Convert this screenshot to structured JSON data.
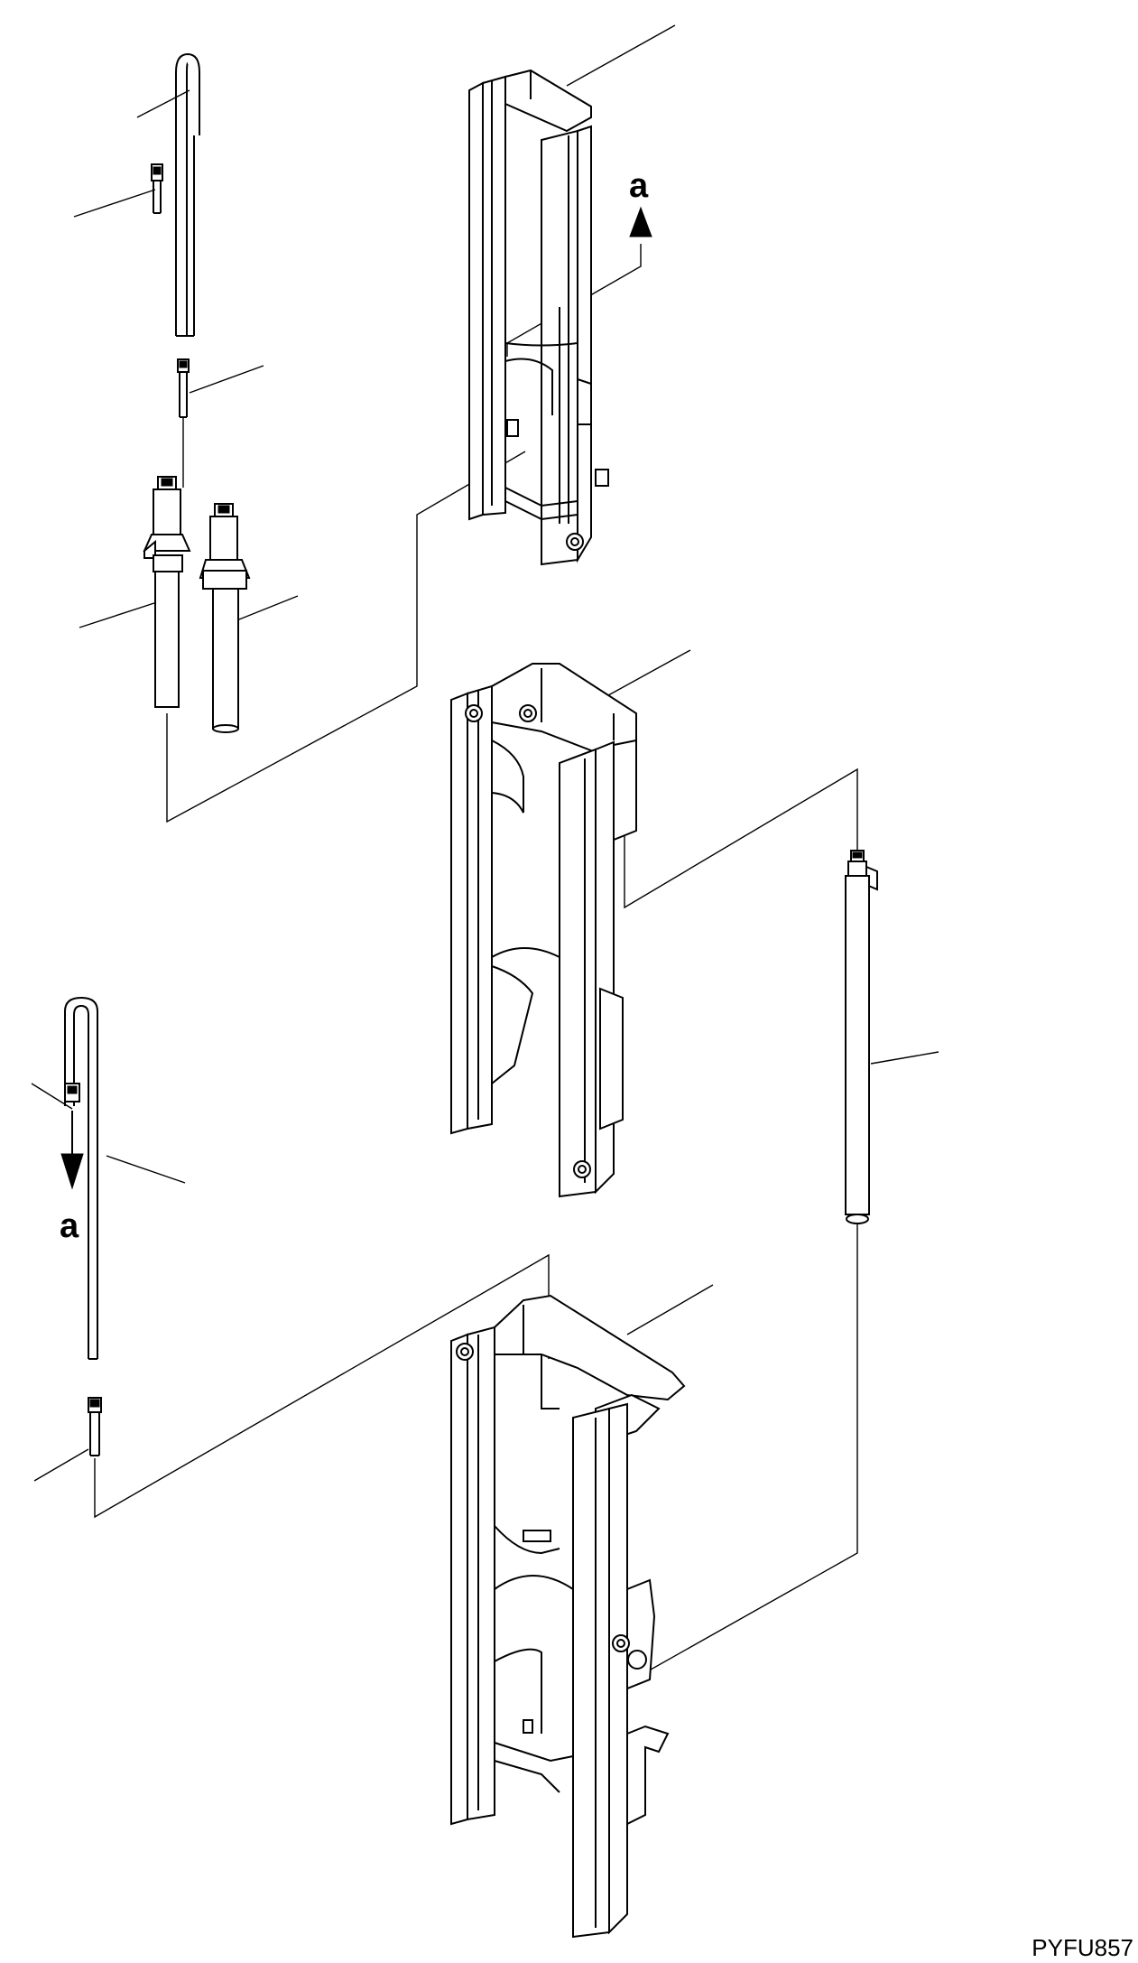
{
  "diagram": {
    "arrow_labels": {
      "top": "a",
      "bottom": "a"
    },
    "drawing_code": "PYFU857",
    "colors": {
      "line": "#000000",
      "background": "#ffffff"
    }
  }
}
